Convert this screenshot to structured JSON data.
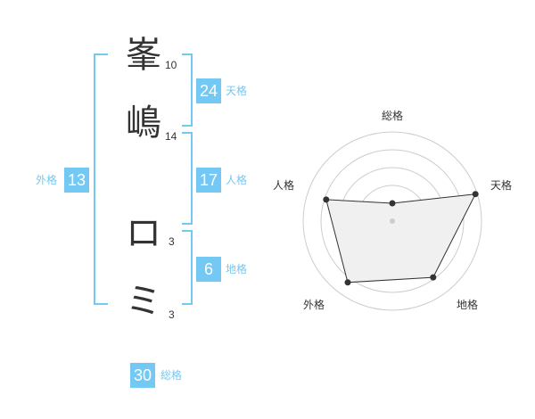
{
  "name": {
    "chars": [
      {
        "char": "峯",
        "strokes": "10"
      },
      {
        "char": "嶋",
        "strokes": "14"
      },
      {
        "char": "ロ",
        "strokes": "3"
      },
      {
        "char": "ミ",
        "strokes": "3"
      }
    ]
  },
  "fortune": {
    "tenkaku": {
      "value": "24",
      "label": "天格"
    },
    "jinkaku": {
      "value": "17",
      "label": "人格"
    },
    "chikaku": {
      "value": "6",
      "label": "地格"
    },
    "gaikaku": {
      "value": "13",
      "label": "外格"
    },
    "soukaku": {
      "value": "30",
      "label": "総格"
    }
  },
  "colors": {
    "accent": "#74c8f4",
    "text": "#333333",
    "radar_fill": "#f0f0f0",
    "grid": "#cccccc"
  },
  "chart_data": {
    "type": "radar",
    "axes": [
      "総格",
      "天格",
      "地格",
      "外格",
      "人格"
    ],
    "values": [
      0.2,
      0.98,
      0.78,
      0.85,
      0.78
    ],
    "max": 1,
    "rings": 5
  }
}
